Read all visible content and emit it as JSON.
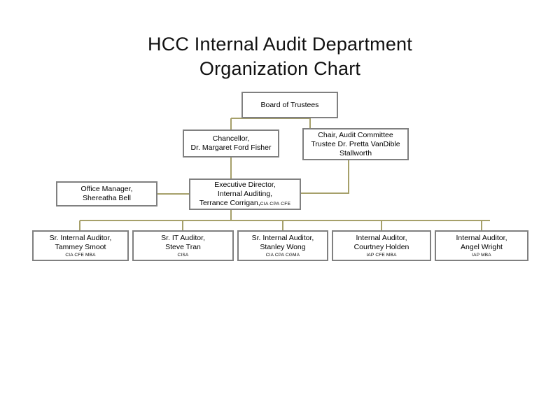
{
  "title": {
    "line1": "HCC Internal Audit Department",
    "line2": "Organization Chart"
  },
  "colors": {
    "box_border": "#808080",
    "connector": "#a6a06a",
    "text": "#000000",
    "background": "#ffffff"
  },
  "nodes": {
    "board": {
      "line1": "Board of Trustees"
    },
    "chancellor": {
      "line1": "Chancellor,",
      "line2": "Dr. Margaret Ford Fisher"
    },
    "audit_chair": {
      "line1": "Chair, Audit Committee",
      "line2": "Trustee Dr. Pretta VanDible",
      "line3": "Stallworth"
    },
    "office_manager": {
      "line1": "Office Manager,",
      "line2": "Shereatha Bell"
    },
    "executive_director": {
      "line1": "Executive Director,",
      "line2": "Internal Auditing,",
      "line3": "Terrance Corrigan,",
      "credentials": "CIA CPA CFE"
    }
  },
  "auditors": [
    {
      "title": "Sr. Internal Auditor,",
      "name": "Tammey Smoot",
      "credentials": "CIA CFE MBA"
    },
    {
      "title": "Sr. IT Auditor,",
      "name": "Steve Tran",
      "credentials": "CISA"
    },
    {
      "title": "Sr. Internal Auditor,",
      "name": "Stanley Wong",
      "credentials": "CIA CPA CGMA"
    },
    {
      "title": "Internal Auditor,",
      "name": "Courtney Holden",
      "credentials": "IAP CFE MBA"
    },
    {
      "title": "Internal Auditor,",
      "name": "Angel Wright",
      "credentials": "IAP  MBA"
    }
  ]
}
